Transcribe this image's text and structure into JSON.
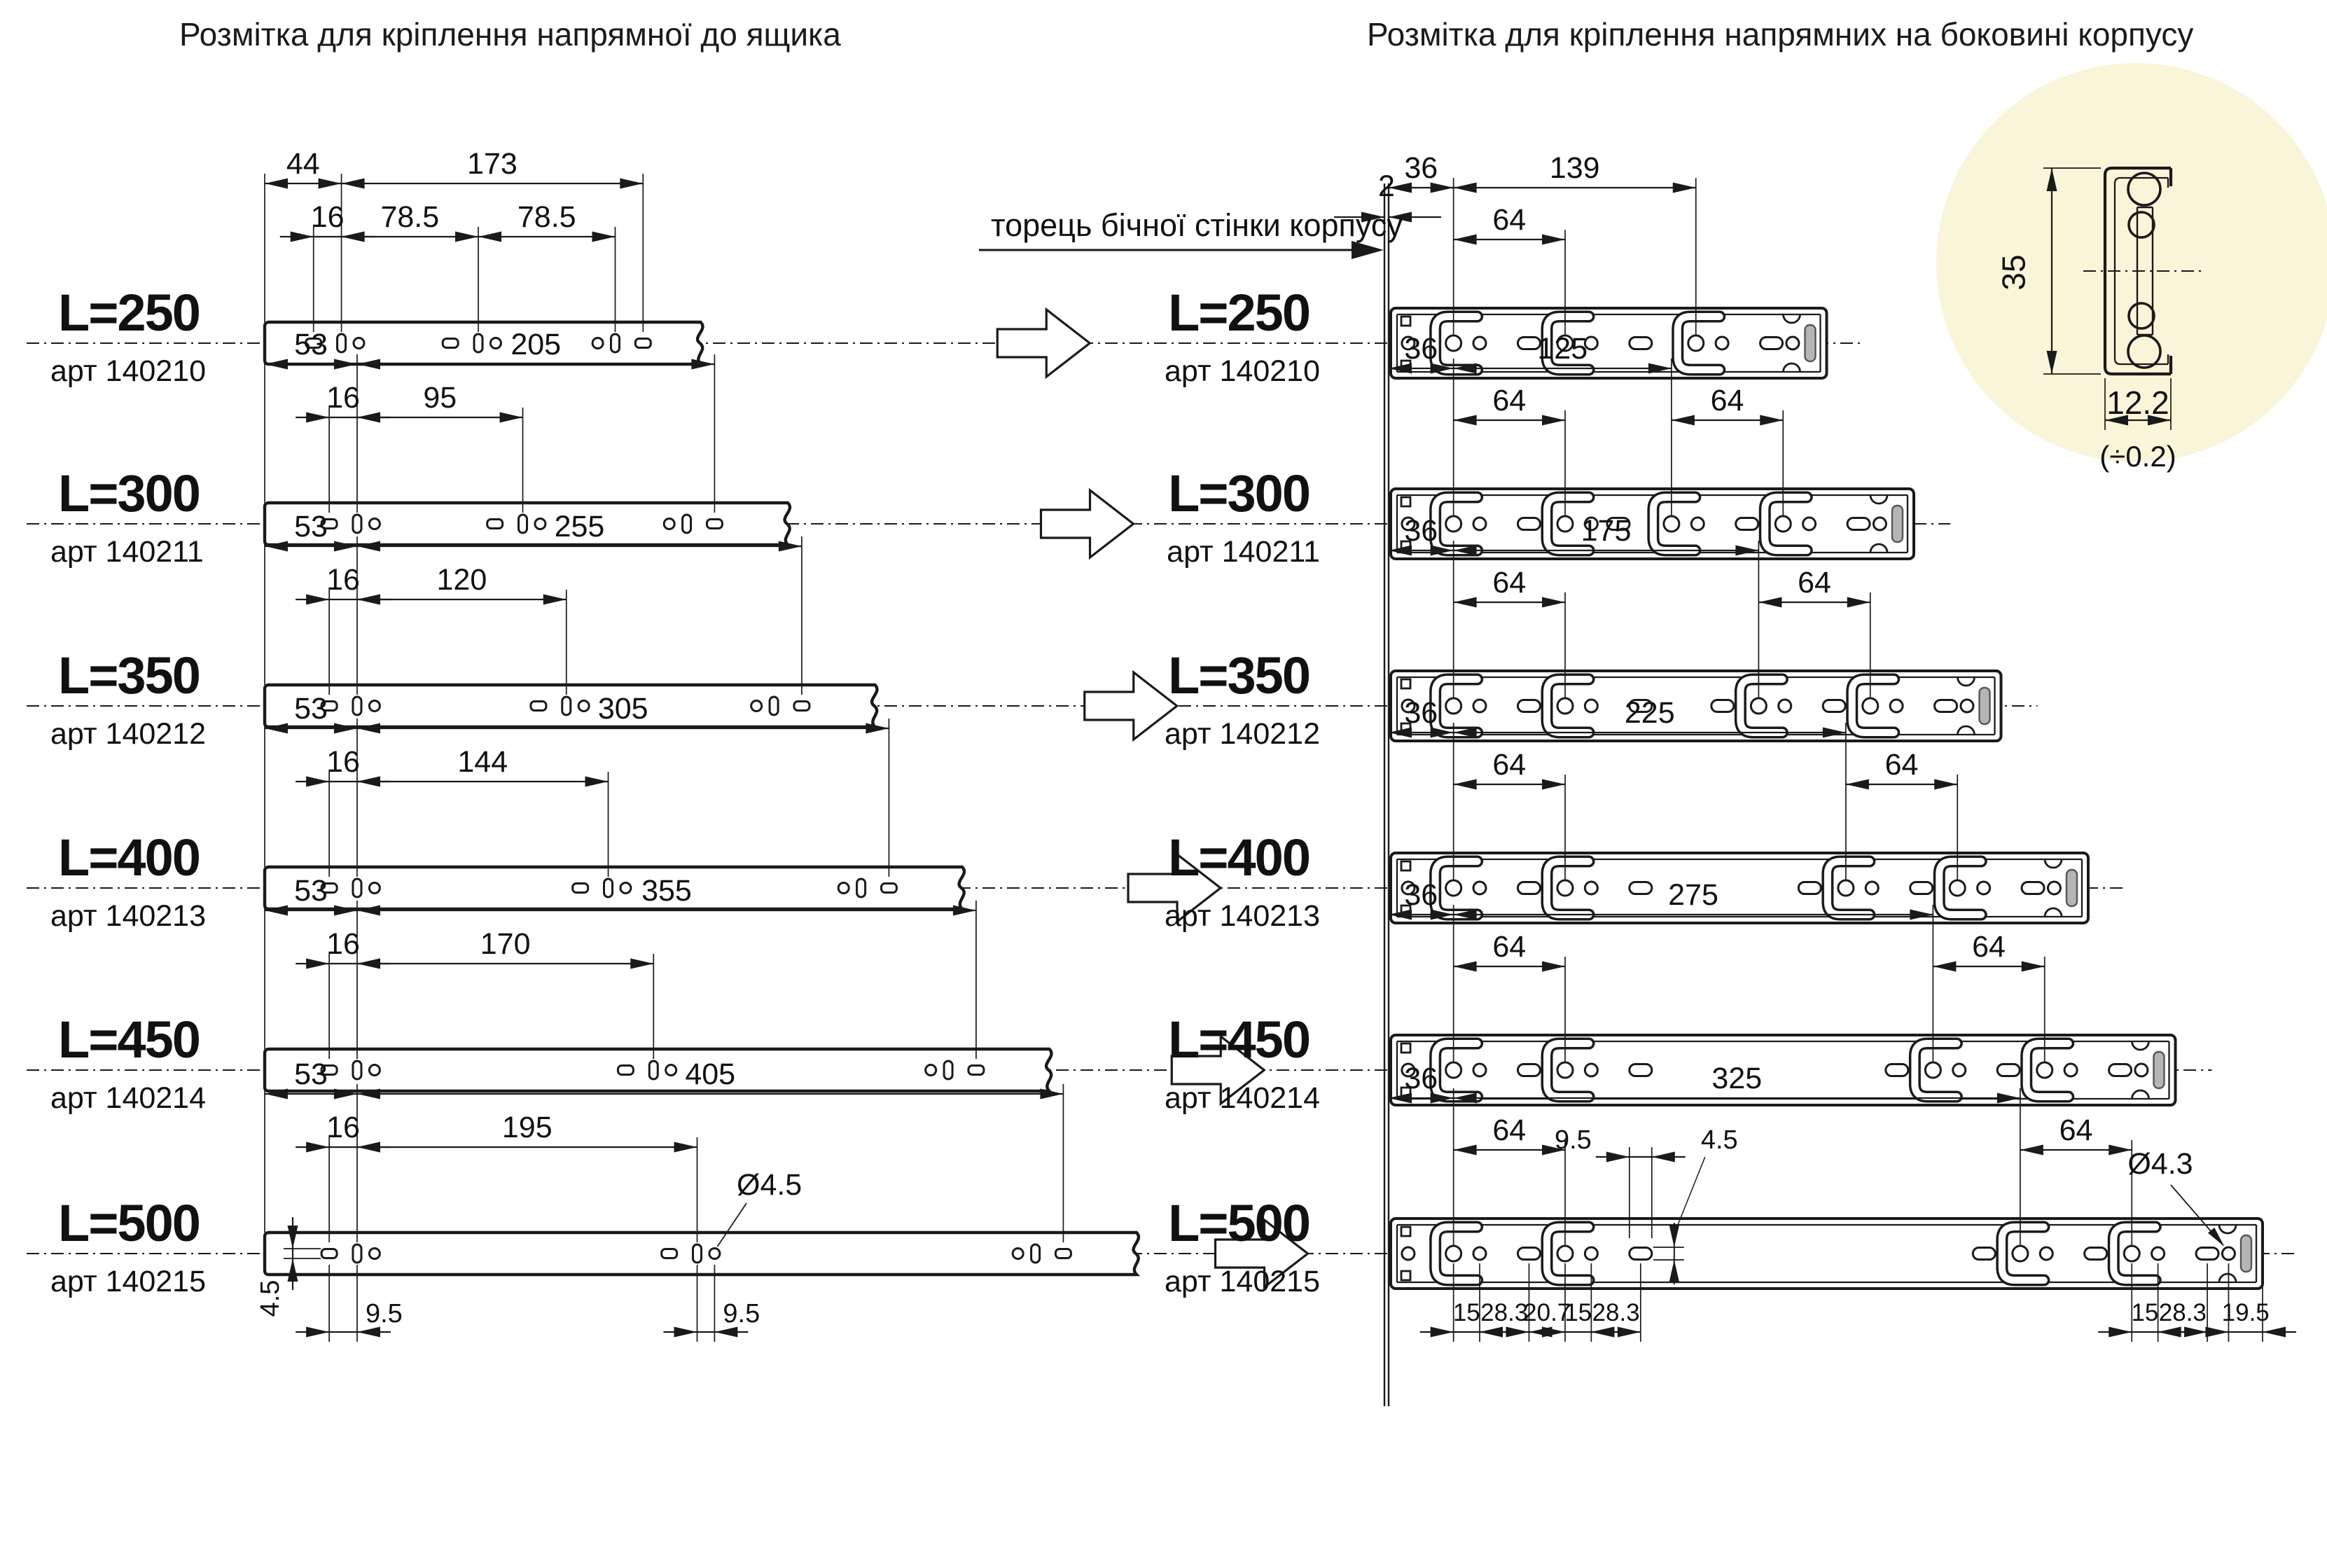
{
  "titles": {
    "left": "Розмітка для кріплення напрямної до ящика",
    "right": "Розмітка для кріплення напрямних на боковині корпусу"
  },
  "wall": {
    "label": "торець бічної стінки корпусу",
    "thickness": "2"
  },
  "detail": {
    "height": "35",
    "width": "12.2",
    "tolerance": "(÷0.2)"
  },
  "rows": [
    {
      "length_label": "L=250",
      "article": "арт 140210",
      "L": 250,
      "left": {
        "edge_to_slot": "44",
        "slot_to_far": "173",
        "rect_to_slot": "16",
        "mid": [
          "78.5",
          "78.5"
        ]
      },
      "right": {
        "wall_to_first": "36",
        "first_to_third": "139",
        "pitch": [
          "64"
        ]
      }
    },
    {
      "length_label": "L=300",
      "article": "арт 140211",
      "L": 300,
      "left": {
        "edge_to_slot": "53",
        "slot_to_far": "205",
        "rect_to_slot": "16",
        "mid": [
          "95"
        ]
      },
      "right": {
        "wall_to_first": "36",
        "first_to_third": "125",
        "pitch": [
          "64",
          "64"
        ]
      }
    },
    {
      "length_label": "L=350",
      "article": "арт 140212",
      "L": 350,
      "left": {
        "edge_to_slot": "53",
        "slot_to_far": "255",
        "rect_to_slot": "16",
        "mid": [
          "120"
        ]
      },
      "right": {
        "wall_to_first": "36",
        "first_to_third": "175",
        "pitch": [
          "64",
          "64"
        ]
      }
    },
    {
      "length_label": "L=400",
      "article": "арт 140213",
      "L": 400,
      "left": {
        "edge_to_slot": "53",
        "slot_to_far": "305",
        "rect_to_slot": "16",
        "mid": [
          "144"
        ]
      },
      "right": {
        "wall_to_first": "36",
        "first_to_third": "225",
        "pitch": [
          "64",
          "64"
        ]
      }
    },
    {
      "length_label": "L=450",
      "article": "арт 140214",
      "L": 450,
      "left": {
        "edge_to_slot": "53",
        "slot_to_far": "355",
        "rect_to_slot": "16",
        "mid": [
          "170"
        ]
      },
      "right": {
        "wall_to_first": "36",
        "first_to_third": "275",
        "pitch": [
          "64",
          "64"
        ]
      }
    },
    {
      "length_label": "L=500",
      "article": "арт 140215",
      "L": 500,
      "left": {
        "edge_to_slot": "53",
        "slot_to_far": "405",
        "rect_to_slot": "16",
        "mid": [
          "195"
        ]
      },
      "right": {
        "wall_to_first": "36",
        "first_to_third": "325",
        "pitch": [
          "64",
          "64"
        ]
      }
    }
  ],
  "row6_left": {
    "hole_dia": "Ø4.5",
    "hole_h": "4.5",
    "slot_w": [
      "9.5",
      "9.5"
    ]
  },
  "row6_right": {
    "slot_w": "9.5",
    "slot_h": "4.5",
    "hole_dia": "Ø4.3",
    "bottom_left": [
      "15",
      "28.3",
      "20.7",
      "15",
      "28.3"
    ],
    "bottom_right": [
      "15",
      "28.3",
      "19.5"
    ]
  },
  "colors": {
    "line": "#1a1a1a",
    "detail_bg": "#f9f5d8",
    "clip": "#b5b5b5"
  }
}
